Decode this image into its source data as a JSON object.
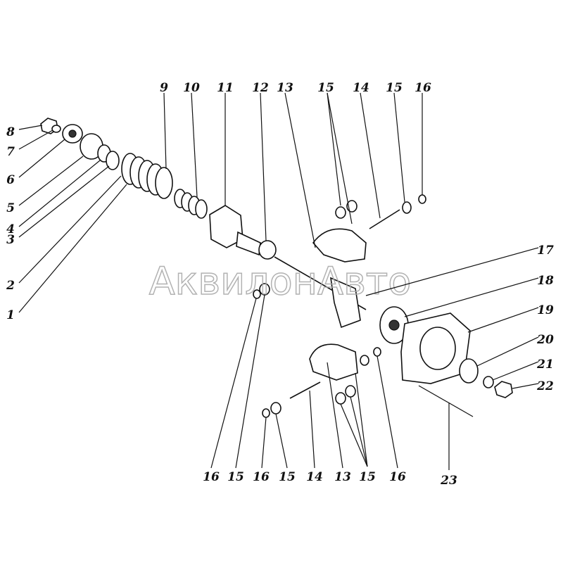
{
  "watermark": "АквилонАвто",
  "callouts": {
    "top": [
      "9",
      "10",
      "11",
      "12",
      "13",
      "15",
      "14",
      "15",
      "16"
    ],
    "left": [
      "8",
      "7",
      "6",
      "5",
      "4",
      "3",
      "2",
      "1"
    ],
    "right": [
      "17",
      "18",
      "19",
      "20",
      "21",
      "22"
    ],
    "bottom": [
      "16",
      "15",
      "16",
      "15",
      "14",
      "13",
      "15",
      "16",
      "23"
    ]
  }
}
